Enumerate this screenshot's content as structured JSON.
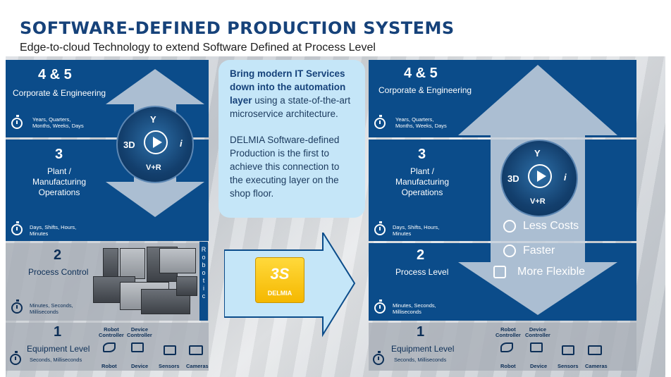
{
  "header": {
    "title": "SOFTWARE-DEFINED PRODUCTION SYSTEMS",
    "subtitle": "Edge-to-cloud Technology to extend Software Defined at Process Level"
  },
  "left": {
    "l45": {
      "num": "4 & 5",
      "name": "Corporate & Engineering",
      "time": "Years, Quarters,\nMonths, Weeks, Days"
    },
    "l3": {
      "num": "3",
      "name": "Plant /\nManufacturing\nOperations",
      "time": "Days, Shifts, Hours,\nMinutes"
    },
    "l2": {
      "num": "2",
      "name": "Process Control",
      "time": "Minutes, Seconds,\nMilliseconds"
    },
    "l1": {
      "num": "1",
      "name": "Equipment Level",
      "time": "Seconds, Milliseconds"
    },
    "robotic": "R\no\nb\no\nt\ni\nc"
  },
  "compass": {
    "top": "Y",
    "left": "3D",
    "right": "i",
    "bottom": "V+R"
  },
  "bubble": {
    "p1_bold": "Bring modern IT Services down into the automation layer",
    "p1_rest": " using a state-of-the-art microservice architecture.",
    "p2": "DELMIA Software-defined Production is the first to achieve this connection to the executing layer on the shop floor."
  },
  "delmia": {
    "name": "DELMIA",
    "logo": "3S"
  },
  "right": {
    "l45": {
      "num": "4 & 5",
      "name": "Corporate & Engineering",
      "time": "Years, Quarters,\nMonths, Weeks, Days"
    },
    "l3": {
      "num": "3",
      "name": "Plant /\nManufacturing\nOperations",
      "time": "Days, Shifts, Hours,\nMinutes"
    },
    "l2": {
      "num": "2",
      "name": "Process Level",
      "time": "Minutes, Seconds,\nMilliseconds"
    },
    "l1": {
      "num": "1",
      "name": "Equipment Level",
      "time": "Seconds, Milliseconds"
    }
  },
  "benefits": [
    "Less Costs",
    "Faster",
    "More Flexible"
  ],
  "devices": {
    "robot_controller": "Robot\nController",
    "device_controller": "Device\nController",
    "robot": "Robot",
    "device": "Device",
    "sensors": "Sensors",
    "cameras": "Cameras"
  },
  "colors": {
    "dark_blue": "#0b4c8a",
    "title_blue": "#16427a",
    "bubble": "#c5e6f8",
    "delmia_yellow": "#f5b800"
  }
}
